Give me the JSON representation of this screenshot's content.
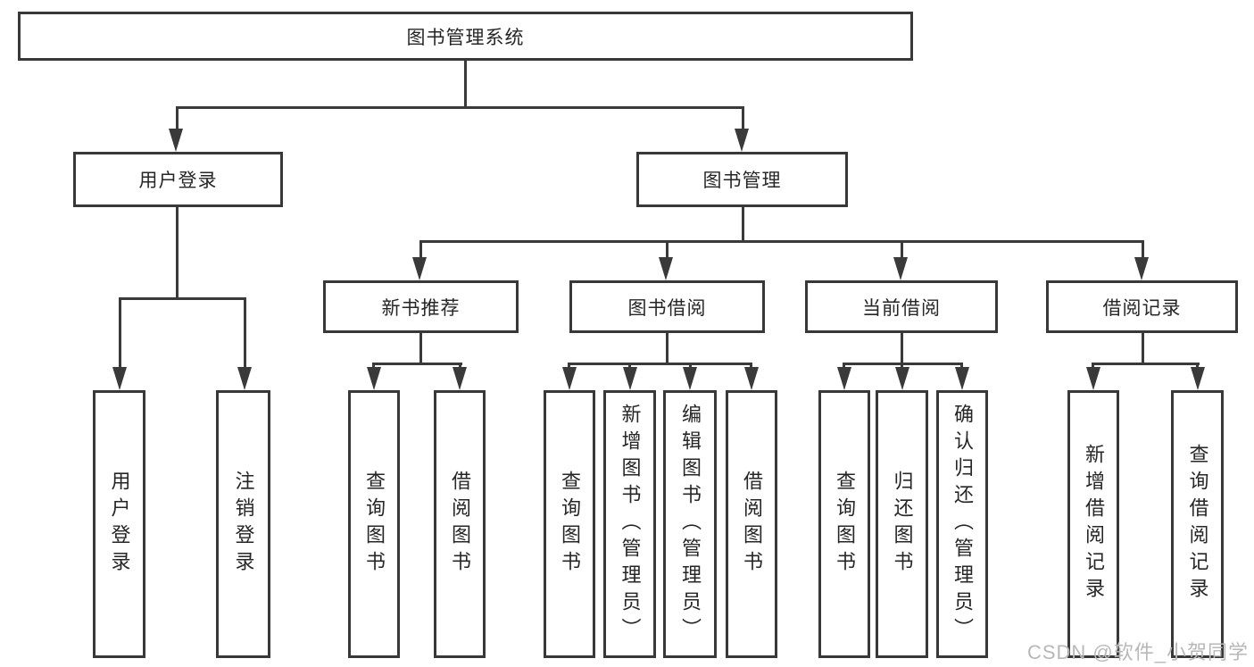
{
  "nodes": {
    "root": {
      "label": "图书管理系统"
    },
    "level1": [
      {
        "id": "user-login",
        "label": "用户登录"
      },
      {
        "id": "book-management",
        "label": "图书管理"
      }
    ],
    "level2": [
      {
        "id": "new-book-recommend",
        "label": "新书推荐"
      },
      {
        "id": "book-borrow",
        "label": "图书借阅"
      },
      {
        "id": "current-borrow",
        "label": "当前借阅"
      },
      {
        "id": "borrow-records",
        "label": "借阅记录"
      }
    ],
    "leaves": [
      {
        "group": "用户登录",
        "label": "用户登录"
      },
      {
        "group": "用户登录",
        "label": "注销登录"
      },
      {
        "group": "新书推荐",
        "label": "查询图书"
      },
      {
        "group": "新书推荐",
        "label": "借阅图书"
      },
      {
        "group": "图书借阅",
        "label": "查询图书"
      },
      {
        "group": "图书借阅",
        "label": "新增图书（管理员）"
      },
      {
        "group": "图书借阅",
        "label": "编辑图书（管理员）"
      },
      {
        "group": "图书借阅",
        "label": "借阅图书"
      },
      {
        "group": "当前借阅",
        "label": "查询图书"
      },
      {
        "group": "当前借阅",
        "label": "归还图书"
      },
      {
        "group": "当前借阅",
        "label": "确认归还（管理员）"
      },
      {
        "group": "借阅记录",
        "label": "新增借阅记录"
      },
      {
        "group": "借阅记录",
        "label": "查询借阅记录"
      }
    ]
  },
  "watermark": "CSDN @软件_小贺同学",
  "colors": {
    "line": "#3a3a3a",
    "box_border": "#383838",
    "text": "#262626",
    "watermark": "#b8b8b8",
    "background": "#ffffff"
  }
}
